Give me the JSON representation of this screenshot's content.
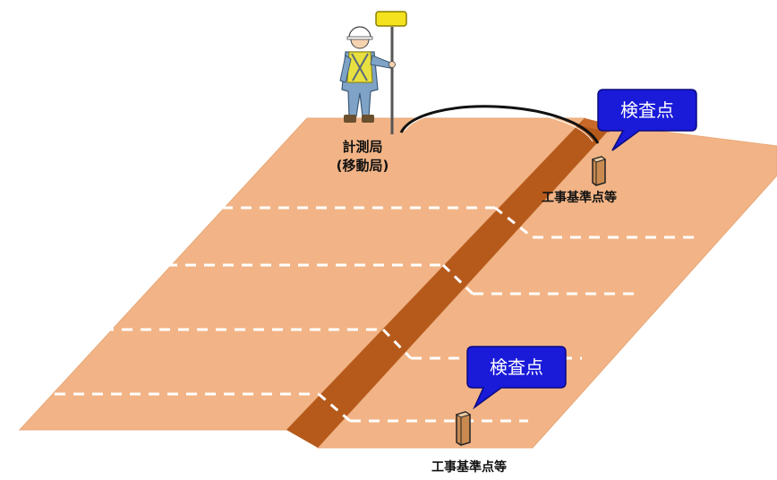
{
  "labels": {
    "rover_line1": "計測局",
    "rover_line2": "(移動局)",
    "benchmark_upper": "工事基準点等",
    "benchmark_lower": "工事基準点等",
    "callout_upper": "検査点",
    "callout_lower": "検査点"
  },
  "colors": {
    "ground": "#F2B486",
    "ground_edge": "#E0A070",
    "embankment": "#B65A1C",
    "callout_fill": "#1A1AD9",
    "prism": "#F4E21E",
    "vest": "#E8E040",
    "suit": "#7FA3C6"
  },
  "icons": [
    "surveyor-icon",
    "prism-pole-icon",
    "benchmark-post-icon",
    "signal-arc-icon"
  ]
}
